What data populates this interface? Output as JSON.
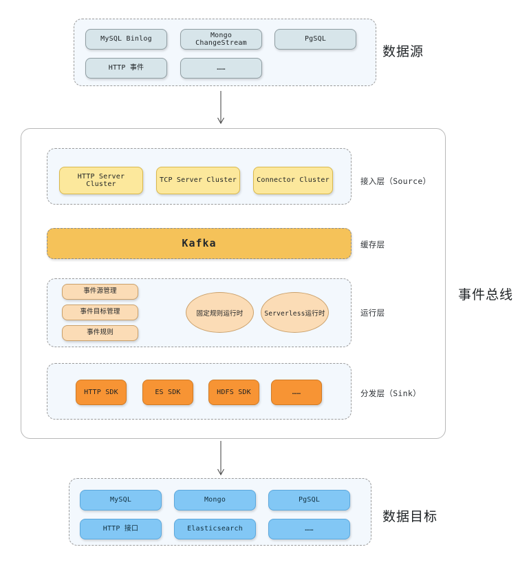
{
  "diagram": {
    "title_labels": {
      "data_source": "数据源",
      "event_bus": "事件总线",
      "data_target": "数据目标"
    },
    "sections": {
      "data_source": {
        "label": "数据源",
        "nodes": [
          "MySQL Binlog",
          "Mongo ChangeStream",
          "PgSQL",
          "HTTP 事件",
          "……"
        ]
      },
      "source_layer": {
        "label": "接入层（Source）",
        "nodes": [
          "HTTP Server Cluster",
          "TCP Server Cluster",
          "Connector Cluster"
        ]
      },
      "cache_layer": {
        "label": "缓存层",
        "nodes": [
          "Kafka"
        ]
      },
      "runtime_layer": {
        "label": "运行层",
        "management_nodes": [
          "事件源管理",
          "事件目标管理",
          "事件规则"
        ],
        "runtime_nodes": [
          "固定规则运行时",
          "Serverless运行时"
        ]
      },
      "sink_layer": {
        "label": "分发层（Sink）",
        "nodes": [
          "HTTP SDK",
          "ES SDK",
          "HDFS SDK",
          "……"
        ]
      },
      "data_target": {
        "label": "数据目标",
        "nodes": [
          "MySQL",
          "Mongo",
          "PgSQL",
          "HTTP 接口",
          "Elasticsearch",
          "……"
        ]
      }
    },
    "flow": {
      "arrow_source_to_bus": "down-arrow-icon",
      "arrow_bus_to_target": "down-arrow-icon"
    },
    "colors": {
      "source_node": "#d7e5ea",
      "ingress_node": "#fce89c",
      "kafka": "#f5c259",
      "runtime_node": "#fbdcb6",
      "sink_node": "#f79434",
      "target_node": "#82c7f5",
      "group_bg": "#f3f8fd"
    }
  }
}
